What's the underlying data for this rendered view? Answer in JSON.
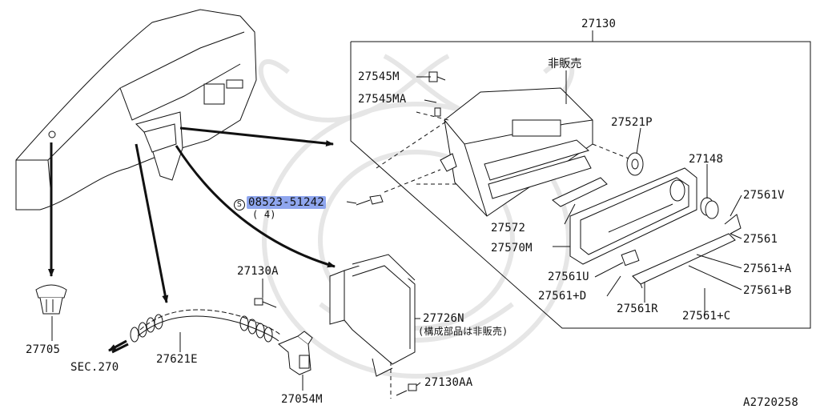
{
  "parts": {
    "box_main": "27130",
    "non_sale_top": "非販売",
    "p27545M": "27545M",
    "p27545MA": "27545MA",
    "p27521P": "27521P",
    "p27148": "27148",
    "p27561V": "27561V",
    "p27561": "27561",
    "p27572": "27572",
    "p27570M": "27570M",
    "p27561A": "27561+A",
    "p27561U": "27561U",
    "p27561D": "27561+D",
    "p27561B": "27561+B",
    "p27561R": "27561R",
    "p27561C": "27561+C",
    "screw_symbol": "S",
    "screw_code": "08523-51242",
    "screw_qty": "( 4)",
    "p27130A": "27130A",
    "p27726N": "27726N",
    "note_726": "(構成部品は非販売)",
    "p27130AA": "27130AA",
    "p27705": "27705",
    "p27621E": "27621E",
    "sec270": "SEC.270",
    "p27054M": "27054M",
    "diagram_id": "A2720258"
  },
  "colors": {
    "line": "#111111",
    "highlight": "#8fa6ee",
    "background": "#ffffff",
    "watermark": "#e6e6e6"
  }
}
